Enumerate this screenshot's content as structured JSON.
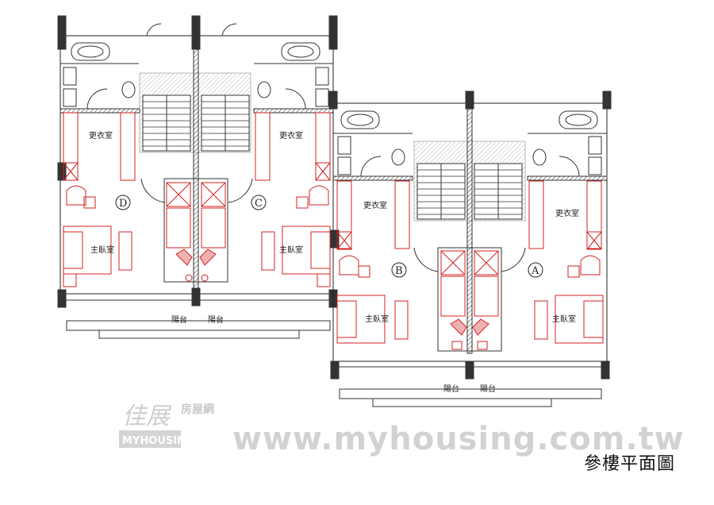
{
  "title": "參樓平面圖",
  "watermark": {
    "url": "www.myhousing.com.tw",
    "brand": "MYHOUSING",
    "brand_chinese": "房屋網",
    "logo_mark": "佳展"
  },
  "units": [
    {
      "id": "D",
      "closet": "更衣室",
      "bedroom": "主臥室",
      "balcony": "陽台"
    },
    {
      "id": "C",
      "closet": "更衣室",
      "bedroom": "主臥室",
      "balcony": "陽台"
    },
    {
      "id": "B",
      "closet": "更衣室",
      "bedroom": "主臥室",
      "balcony": "陽台"
    },
    {
      "id": "A",
      "closet": "更衣室",
      "bedroom": "主臥室",
      "balcony": "陽台"
    }
  ],
  "colors": {
    "wall": "#1a1a1a",
    "furniture": "#d42020",
    "line": "#333333",
    "watermark": "#cccccc"
  }
}
